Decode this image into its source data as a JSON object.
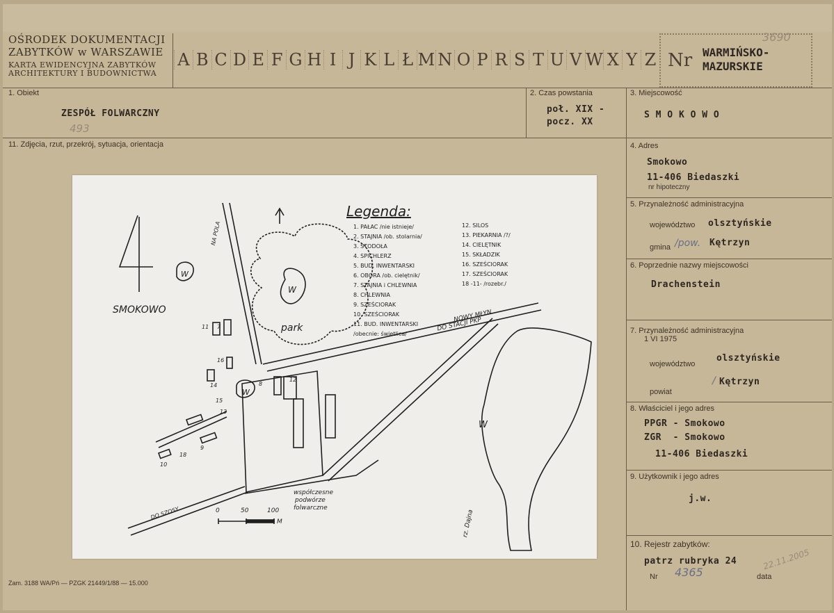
{
  "header": {
    "org_line1": "OŚRODEK DOKUMENTACJI",
    "org_line2": "ZABYTKÓW w WARSZAWIE",
    "form_line1": "KARTA EWIDENCYJNA ZABYTKÓW",
    "form_line2": "ARCHITEKTURY I BUDOWNICTWA",
    "letters": [
      "A",
      "B",
      "C",
      "D",
      "E",
      "F",
      "G",
      "H",
      "I",
      "J",
      "K",
      "L",
      "Ł",
      "M",
      "N",
      "O",
      "P",
      "R",
      "S",
      "T",
      "U",
      "V",
      "W",
      "X",
      "Y",
      "Z"
    ],
    "nr_label": "Nr",
    "region_line1": "WARMIŃSKO-",
    "region_line2": "MAZURSKIE",
    "pencil_number": "3690"
  },
  "fields": {
    "f1_label": "1. Obiekt",
    "f1_value": "ZESPÓŁ FOLWARCZNY",
    "f1_pencil": "493",
    "f2_label": "2. Czas powstania",
    "f2_value1": "poł. XIX -",
    "f2_value2": "pocz. XX",
    "f3_label": "3. Miejscowość",
    "f3_value": "S M O K O W O",
    "f11_label": "11. Zdjęcia, rzut, przekrój, sytuacja, orientacja",
    "f4_label": "4. Adres",
    "f4_value1": "Smokowo",
    "f4_value2": "11-406 Biedaszki",
    "f4_sub": "nr hipoteczny",
    "f5_label": "5. Przynależność administracyjna",
    "f5_woj_label": "województwo",
    "f5_woj_value": "olsztyńskie",
    "f5_gmina_label": "gmina",
    "f5_gmina_hand": "/pow.",
    "f5_gmina_value": "Kętrzyn",
    "f6_label": "6. Poprzednie nazwy miejscowości",
    "f6_value": "Drachenstein",
    "f7_label1": "7. Przynależność administracyjna",
    "f7_label2": "1 VI 1975",
    "f7_woj_label": "województwo",
    "f7_woj_value": "olsztyńskie",
    "f7_pow_label": "powiat",
    "f7_pow_value": "Kętrzyn",
    "f8_label": "8. Właściciel i jego adres",
    "f8_line1": "PPGR - Smokowo",
    "f8_line2": "ZGR  - Smokowo",
    "f8_line3": "11-406 Biedaszki",
    "f9_label": "9. Użytkownik i jego adres",
    "f9_value": "j.w.",
    "f10_label": "10. Rejestr zabytków:",
    "f10_value": "patrz rubryka 24",
    "f10_nr_label": "Nr",
    "f10_nr_hand": "4365",
    "f10_data_label": "data",
    "f10_date_pencil": "22.11.2005",
    "footer": "Zam. 3188 WA/Pń — PZGK 21449/1/88 — 15.000"
  },
  "sketch": {
    "photo_no": "4",
    "village": "SMOKOWO",
    "legend_title": "Legenda:",
    "legend_left": [
      "1. PAŁAC /nie istnieje/",
      "2. STAJNIA /ob. stolarnia/",
      "3. STODOŁA",
      "4. SPICHLERZ",
      "5. BUD. INWENTARSKI",
      "6. OBORA /ob. cielętnik/",
      "7. STAJNIA i CHLEWNIA",
      "8. CHLEWNIA",
      "9. SZEŚCIORAK",
      "10. SZEŚCIORAK",
      "11. BUD. INWENTARSKI",
      "/obecnie: świetlica/"
    ],
    "legend_right": [
      "12. SILOS",
      "13. PIEKARNIA /?/",
      "14. CIELĘTNIK",
      "15. SKŁADZIK",
      "16. SZEŚCIORAK",
      "17. SZEŚCIORAK",
      "18   -11-   /rozebr./"
    ],
    "park": "park",
    "water": "W",
    "road_pola": "NA POLA",
    "road_mlyn": "NOWY MŁYN",
    "road_stacja": "DO STACJI PKP",
    "road_szosa": "DO SZOSY",
    "modern_line1": "współczesne",
    "modern_line2": "podwórze",
    "modern_line3": "folwarczne",
    "scale_0": "0",
    "scale_50": "50",
    "scale_100": "100",
    "scale_unit": "M",
    "river": "rz. Dajna",
    "b_numbers": [
      "11",
      "7",
      "16",
      "14",
      "8",
      "15",
      "13",
      "12",
      "10",
      "18",
      "9"
    ]
  }
}
